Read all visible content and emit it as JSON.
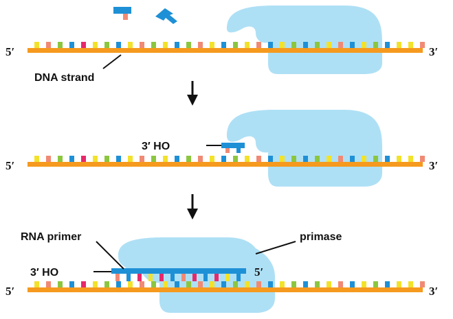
{
  "colors": {
    "background": "#ffffff",
    "strand": "#f59a1e",
    "primase": "#aee0f5",
    "primer": "#1e90d6",
    "text": "#111111",
    "arrow": "#111111",
    "base_palette": [
      "#f59a1e",
      "#1e90d6",
      "#f2e22a",
      "#8cc63f",
      "#f08a74",
      "#e8286b"
    ]
  },
  "panels": [
    {
      "id": "free-nucleotides",
      "label_5": "5′",
      "label_3": "3′",
      "strand_label": "DNA strand"
    },
    {
      "id": "first-nucleotides-joined",
      "label_5": "5′",
      "label_3": "3′",
      "primer_end_label": "3′  HO"
    },
    {
      "id": "rna-primer-complete",
      "label_5": "5′",
      "label_3": "3′",
      "primer_end_label": "3′  HO",
      "primer_5_label": "5′",
      "rna_primer_label": "RNA primer",
      "primase_label": "primase"
    }
  ],
  "icons": [
    "arrow-down-icon",
    "arrow-down-icon",
    "nucleotide-icon",
    "nucleotide-icon"
  ]
}
